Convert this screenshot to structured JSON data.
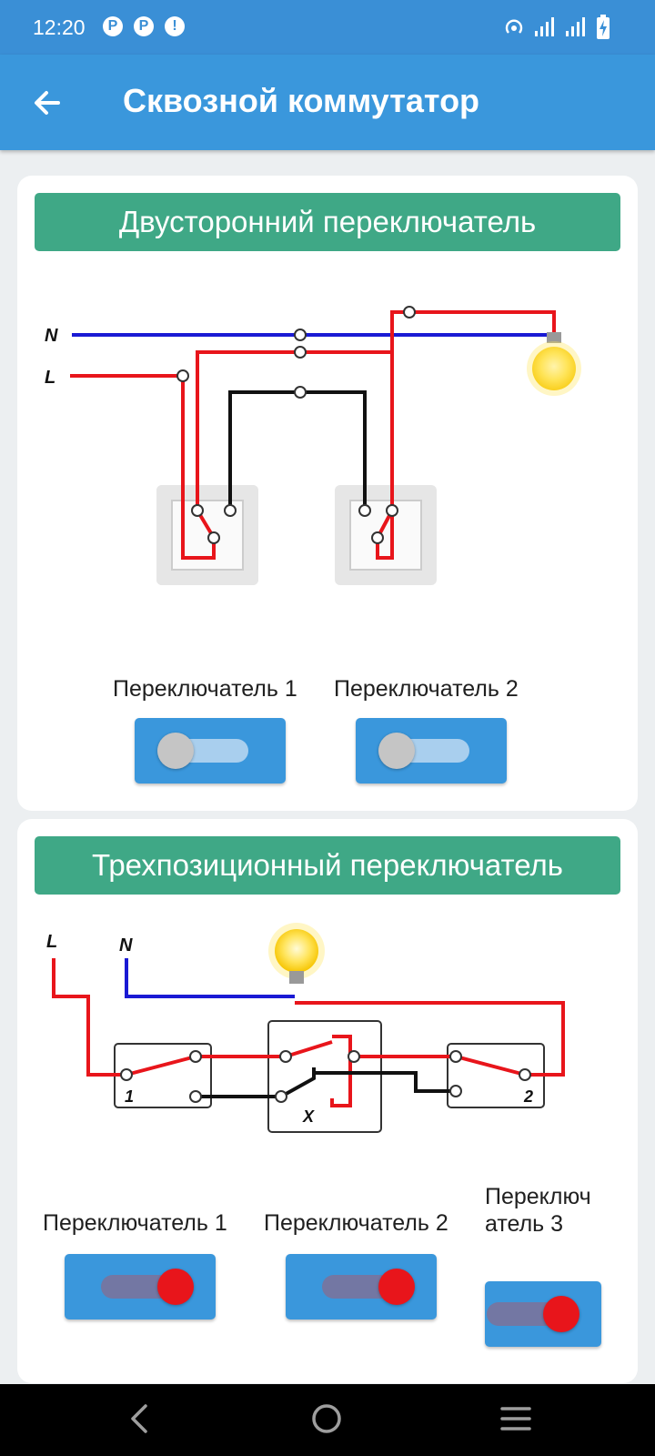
{
  "status_bar": {
    "time": "12:20",
    "left_icons": [
      "notification-icon",
      "notification-icon",
      "alert-icon"
    ],
    "right_icons": [
      "hotspot-icon",
      "signal-icon",
      "signal-icon",
      "battery-charging-icon"
    ]
  },
  "app_bar": {
    "title": "Сквозной коммутатор",
    "back_icon": "arrow-back-icon"
  },
  "section1": {
    "title": "Двусторонний переключатель",
    "line_labels": {
      "n": "N",
      "l": "L"
    },
    "switches": [
      {
        "label": "Переключатель 1",
        "checked": false
      },
      {
        "label": "Переключатель 2",
        "checked": false
      }
    ]
  },
  "section2": {
    "title": "Трехпозиционный переключатель",
    "line_labels": {
      "l": "L",
      "n": "N"
    },
    "switch_numbers": {
      "s1": "1",
      "s2": "2",
      "cross": "X"
    },
    "switches": [
      {
        "label": "Переключатель 1",
        "checked": true
      },
      {
        "label": "Переключатель 2",
        "checked": true
      },
      {
        "label": "Переключатель 3",
        "checked": true
      }
    ]
  },
  "nav_bar": {
    "icons": [
      "nav-back-icon",
      "nav-home-icon",
      "nav-menu-icon"
    ]
  },
  "colors": {
    "primary": "#3a97dc",
    "header_green": "#3fa886",
    "wire_red": "#e8151b",
    "wire_blue": "#1a1ad4",
    "wire_black": "#111111"
  }
}
